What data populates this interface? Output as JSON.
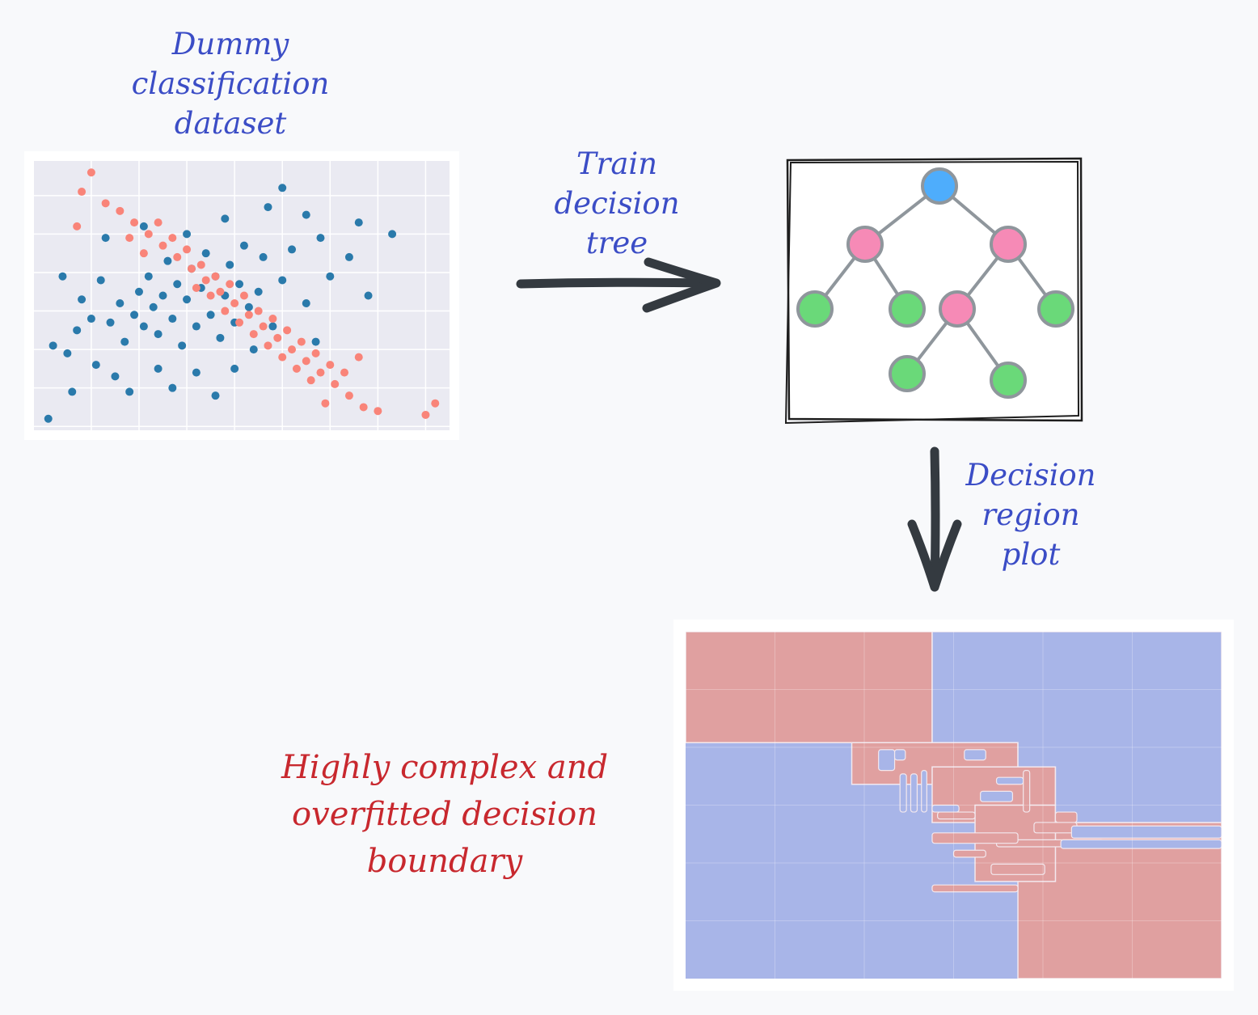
{
  "labels": {
    "dataset_title": [
      "Dummy",
      "classification",
      "dataset"
    ],
    "train_step": [
      "Train",
      "decision",
      "tree"
    ],
    "region_step": [
      "Decision",
      "region",
      "plot"
    ],
    "overfit_caption": [
      "Highly complex and",
      "overfitted decision",
      "boundary"
    ]
  },
  "colors": {
    "background": "#f8f9fb",
    "label_blue": "#3b4dc6",
    "label_red": "#c8282e",
    "class_blue": "#2a7aab",
    "class_salmon": "#f98479",
    "plot_bg": "#eaeaf2",
    "region_red": "#e0a0a0",
    "region_blue": "#a8b5e8",
    "tree_root": "#4eadfc",
    "tree_internal": "#f68ab6",
    "tree_leaf": "#6ad979",
    "tree_edge": "#8f969c",
    "arrow": "#343a40"
  },
  "icons": {
    "flow_arrow_right": "arrow-right-icon",
    "flow_arrow_down": "arrow-down-icon",
    "tree": "decision-tree-icon"
  },
  "tree": {
    "nodes": [
      {
        "id": "root",
        "kind": "root"
      },
      {
        "id": "n1",
        "kind": "internal"
      },
      {
        "id": "n2",
        "kind": "internal"
      },
      {
        "id": "l1",
        "kind": "leaf"
      },
      {
        "id": "l2",
        "kind": "leaf"
      },
      {
        "id": "n3",
        "kind": "internal"
      },
      {
        "id": "l3",
        "kind": "leaf"
      },
      {
        "id": "l4",
        "kind": "leaf"
      },
      {
        "id": "l5",
        "kind": "leaf"
      }
    ],
    "edges": [
      [
        "root",
        "n1"
      ],
      [
        "root",
        "n2"
      ],
      [
        "n1",
        "l1"
      ],
      [
        "n1",
        "l2"
      ],
      [
        "n2",
        "n3"
      ],
      [
        "n2",
        "l3"
      ],
      [
        "n3",
        "l4"
      ],
      [
        "n3",
        "l5"
      ]
    ]
  },
  "chart_data": [
    {
      "type": "scatter",
      "series": [
        {
          "values": [
            [
              -2.9,
              -2.8
            ],
            [
              -2.5,
              -1.1
            ],
            [
              -2.8,
              -0.9
            ],
            [
              -2.3,
              -0.5
            ],
            [
              -2.0,
              -0.2
            ],
            [
              -2.2,
              0.3
            ],
            [
              -1.8,
              0.8
            ],
            [
              -1.6,
              -0.3
            ],
            [
              -1.4,
              0.2
            ],
            [
              -1.3,
              -0.8
            ],
            [
              -1.1,
              -0.1
            ],
            [
              -1.0,
              0.5
            ],
            [
              -0.9,
              -0.4
            ],
            [
              -0.8,
              0.9
            ],
            [
              -0.7,
              0.1
            ],
            [
              -0.6,
              -0.6
            ],
            [
              -0.5,
              0.4
            ],
            [
              -0.4,
              1.3
            ],
            [
              -0.3,
              -0.2
            ],
            [
              -0.2,
              0.7
            ],
            [
              -0.1,
              -0.9
            ],
            [
              0.0,
              0.3
            ],
            [
              0.1,
              1.1
            ],
            [
              0.2,
              -0.4
            ],
            [
              0.3,
              0.6
            ],
            [
              0.4,
              1.5
            ],
            [
              0.5,
              -0.1
            ],
            [
              0.6,
              0.9
            ],
            [
              0.7,
              -0.7
            ],
            [
              0.8,
              0.4
            ],
            [
              0.9,
              1.2
            ],
            [
              1.0,
              -0.3
            ],
            [
              1.1,
              0.7
            ],
            [
              1.2,
              1.7
            ],
            [
              1.3,
              0.1
            ],
            [
              1.4,
              -1.0
            ],
            [
              1.5,
              0.5
            ],
            [
              1.6,
              1.4
            ],
            [
              1.8,
              -0.4
            ],
            [
              2.0,
              0.8
            ],
            [
              2.2,
              1.6
            ],
            [
              2.5,
              0.2
            ],
            [
              2.7,
              -0.8
            ],
            [
              3.0,
              0.9
            ],
            [
              3.4,
              1.4
            ],
            [
              3.8,
              0.4
            ],
            [
              2.0,
              3.2
            ],
            [
              2.5,
              2.5
            ],
            [
              4.3,
              2.0
            ],
            [
              -1.9,
              -1.4
            ],
            [
              -1.5,
              -1.7
            ],
            [
              -1.2,
              -2.1
            ],
            [
              -0.6,
              -1.5
            ],
            [
              -0.3,
              -2.0
            ],
            [
              0.2,
              -1.6
            ],
            [
              0.6,
              -2.2
            ],
            [
              1.0,
              -1.5
            ],
            [
              -2.6,
              0.9
            ],
            [
              -1.7,
              1.9
            ],
            [
              -0.9,
              2.2
            ],
            [
              0.0,
              2.0
            ],
            [
              1.7,
              2.7
            ],
            [
              2.8,
              1.9
            ],
            [
              3.6,
              2.3
            ],
            [
              -2.4,
              -2.1
            ],
            [
              0.8,
              2.4
            ]
          ]
        },
        {
          "values": [
            [
              -2.0,
              3.6
            ],
            [
              -2.2,
              3.1
            ],
            [
              -1.7,
              2.8
            ],
            [
              -1.4,
              2.6
            ],
            [
              -1.1,
              2.3
            ],
            [
              -0.8,
              2.0
            ],
            [
              -0.5,
              1.7
            ],
            [
              -0.2,
              1.4
            ],
            [
              0.1,
              1.1
            ],
            [
              0.4,
              0.8
            ],
            [
              0.7,
              0.5
            ],
            [
              1.0,
              0.2
            ],
            [
              1.3,
              -0.1
            ],
            [
              1.6,
              -0.4
            ],
            [
              1.9,
              -0.7
            ],
            [
              2.2,
              -1.0
            ],
            [
              2.5,
              -1.3
            ],
            [
              2.8,
              -1.6
            ],
            [
              3.1,
              -1.9
            ],
            [
              3.4,
              -2.2
            ],
            [
              3.7,
              -2.5
            ],
            [
              4.0,
              -2.6
            ],
            [
              -0.6,
              2.3
            ],
            [
              -0.3,
              1.9
            ],
            [
              0.0,
              1.6
            ],
            [
              0.3,
              1.2
            ],
            [
              0.6,
              0.9
            ],
            [
              0.9,
              0.7
            ],
            [
              1.2,
              0.4
            ],
            [
              1.5,
              0.0
            ],
            [
              1.8,
              -0.2
            ],
            [
              2.1,
              -0.5
            ],
            [
              2.4,
              -0.8
            ],
            [
              2.7,
              -1.1
            ],
            [
              3.0,
              -1.4
            ],
            [
              3.3,
              -1.6
            ],
            [
              0.5,
              0.4
            ],
            [
              0.8,
              0.0
            ],
            [
              1.1,
              -0.3
            ],
            [
              1.4,
              -0.6
            ],
            [
              1.7,
              -0.9
            ],
            [
              2.0,
              -1.2
            ],
            [
              2.3,
              -1.5
            ],
            [
              2.6,
              -1.8
            ],
            [
              -0.9,
              1.5
            ],
            [
              -1.2,
              1.9
            ],
            [
              0.2,
              0.6
            ],
            [
              5.0,
              -2.7
            ],
            [
              5.2,
              -2.4
            ],
            [
              -2.3,
              2.2
            ],
            [
              3.6,
              -1.2
            ],
            [
              2.9,
              -2.4
            ]
          ]
        }
      ]
    },
    {
      "type": "heatmap",
      "regions": [
        {
          "class": "red",
          "polygon": [
            [
              0,
              0
            ],
            [
              0.46,
              0
            ],
            [
              0.46,
              0.32
            ],
            [
              0,
              0.32
            ]
          ]
        },
        {
          "class": "red",
          "polygon": [
            [
              0.31,
              0.32
            ],
            [
              0.62,
              0.32
            ],
            [
              0.62,
              0.44
            ],
            [
              0.31,
              0.44
            ]
          ]
        },
        {
          "class": "red",
          "polygon": [
            [
              0.46,
              0.39
            ],
            [
              0.69,
              0.39
            ],
            [
              0.69,
              0.55
            ],
            [
              0.46,
              0.55
            ]
          ]
        },
        {
          "class": "red",
          "polygon": [
            [
              0.62,
              0.55
            ],
            [
              1,
              0.55
            ],
            [
              1,
              1
            ],
            [
              0.62,
              1
            ]
          ]
        },
        {
          "class": "red",
          "polygon": [
            [
              0.54,
              0.5
            ],
            [
              0.69,
              0.5
            ],
            [
              0.69,
              0.72
            ],
            [
              0.54,
              0.72
            ]
          ]
        },
        {
          "class": "blue",
          "polygon": [
            [
              0.46,
              0
            ],
            [
              1,
              0
            ],
            [
              1,
              0.55
            ],
            [
              0.69,
              0.55
            ],
            [
              0.69,
              0.39
            ],
            [
              0.62,
              0.39
            ],
            [
              0.62,
              0.32
            ],
            [
              0.46,
              0.32
            ]
          ]
        }
      ]
    }
  ]
}
